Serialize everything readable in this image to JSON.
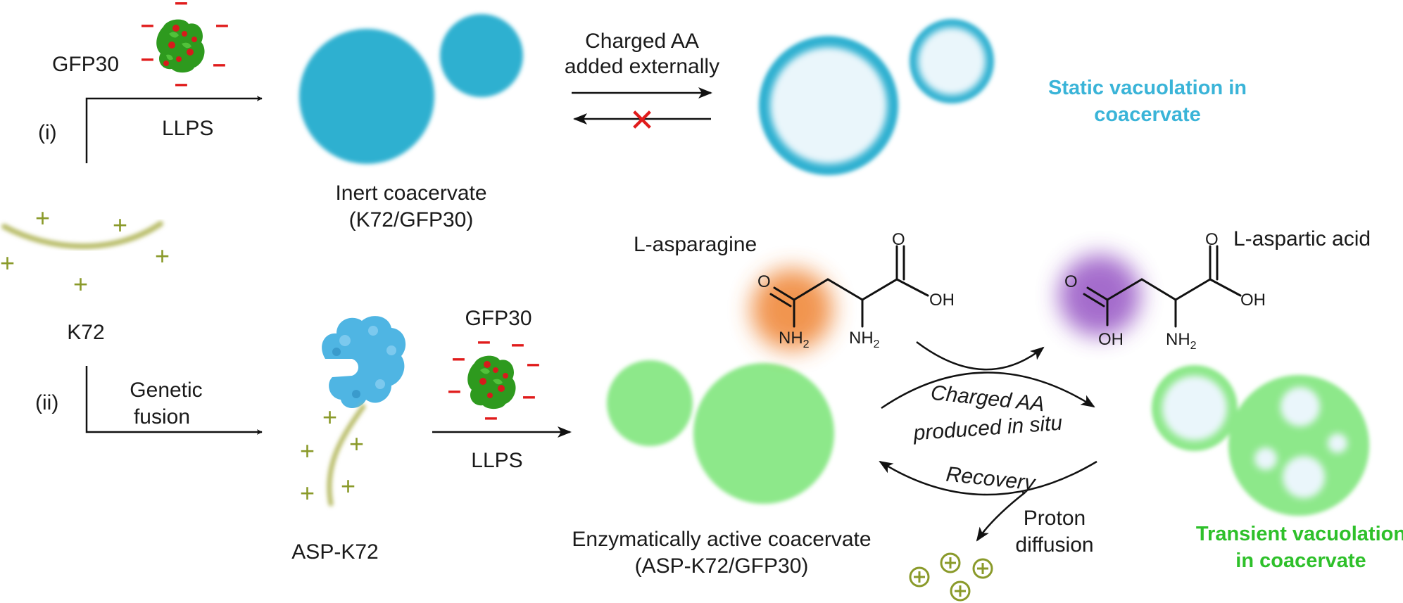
{
  "labels": {
    "gfp30_top": "GFP30",
    "pathway_i": "(i)",
    "llps_top": "LLPS",
    "inert_line1": "Inert coacervate",
    "inert_line2": "(K72/GFP30)",
    "charged_ext_line1": "Charged AA",
    "charged_ext_line2": "added externally",
    "static_line1": "Static vacuolation in",
    "static_line2": "coacervate",
    "k72": "K72",
    "pathway_ii": "(ii)",
    "genetic_line1": "Genetic",
    "genetic_line2": "fusion",
    "asp_k72": "ASP-K72",
    "gfp30_bottom": "GFP30",
    "llps_bottom": "LLPS",
    "active_line1": "Enzymatically active coacervate",
    "active_line2": "(ASP-K72/GFP30)",
    "l_asparagine": "L-asparagine",
    "l_aspartic_acid": "L-aspartic acid",
    "charged_insitu_line1": "Charged AA",
    "charged_insitu_line2": "produced in situ",
    "recovery": "Recovery",
    "proton_line1": "Proton",
    "proton_line2": "diffusion",
    "transient_line1": "Transient vacuolation",
    "transient_line2": "in coacervate"
  },
  "chem": {
    "O": "O",
    "OH": "OH",
    "NH": "NH",
    "sub2": "2"
  },
  "symbols": {
    "minus": "–",
    "plus": "+",
    "cross": "✕"
  },
  "colors": {
    "inert_coacervate": "#2eb0d0",
    "active_coacervate": "#8de88a",
    "vacuole_fill": "#eaf6fb",
    "static_text": "#3ab4d8",
    "transient_text": "#2ec02a",
    "polymer": "#b9bd6a",
    "charge_plus": "#8a9a2a",
    "charge_minus": "#e01b1b",
    "protein_green": "#2e9a1e",
    "protein_red": "#d61b1b",
    "enzyme_blue": "#4fb5e3",
    "asparagine_glow": "#f08a3c",
    "aspartic_glow": "#9b5dc7",
    "red_cross": "#e01b1b"
  }
}
